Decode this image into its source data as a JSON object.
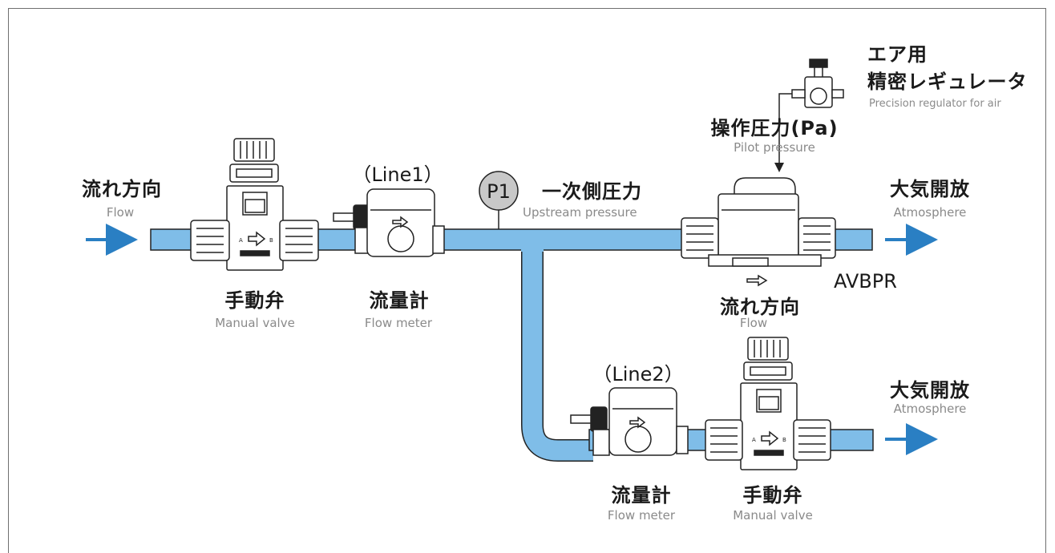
{
  "labels": {
    "inlet_flow_jp": "流れ方向",
    "inlet_flow_en": "Flow",
    "manual_valve1_jp": "手動弁",
    "manual_valve1_en": "Manual valve",
    "line1": "（Line1）",
    "flow_meter1_jp": "流量計",
    "flow_meter1_en": "Flow meter",
    "gauge_p1": "P1",
    "upstream_jp": "一次側圧力",
    "upstream_en": "Upstream pressure",
    "regulator_jp_line1": "エア用",
    "regulator_jp_line2": "精密レギュレータ",
    "regulator_en": "Precision regulator for air",
    "pilot_jp": "操作圧力(Pa)",
    "pilot_en": "Pilot pressure",
    "outlet1_jp": "大気開放",
    "outlet1_en": "Atmosphere",
    "avbpr": "AVBPR",
    "avbpr_flow_jp": "流れ方向",
    "avbpr_flow_en": "Flow",
    "line2": "（Line2）",
    "outlet2_jp": "大気開放",
    "outlet2_en": "Atmosphere",
    "flow_meter2_jp": "流量計",
    "flow_meter2_en": "Flow meter",
    "manual_valve2_jp": "手動弁",
    "manual_valve2_en": "Manual valve",
    "valve_port_a": "A",
    "valve_port_b": "B"
  },
  "colors": {
    "pipe": "#7fbde8",
    "arrow": "#2a7fc3",
    "gauge": "#c8c8c8",
    "line": "#222222"
  }
}
